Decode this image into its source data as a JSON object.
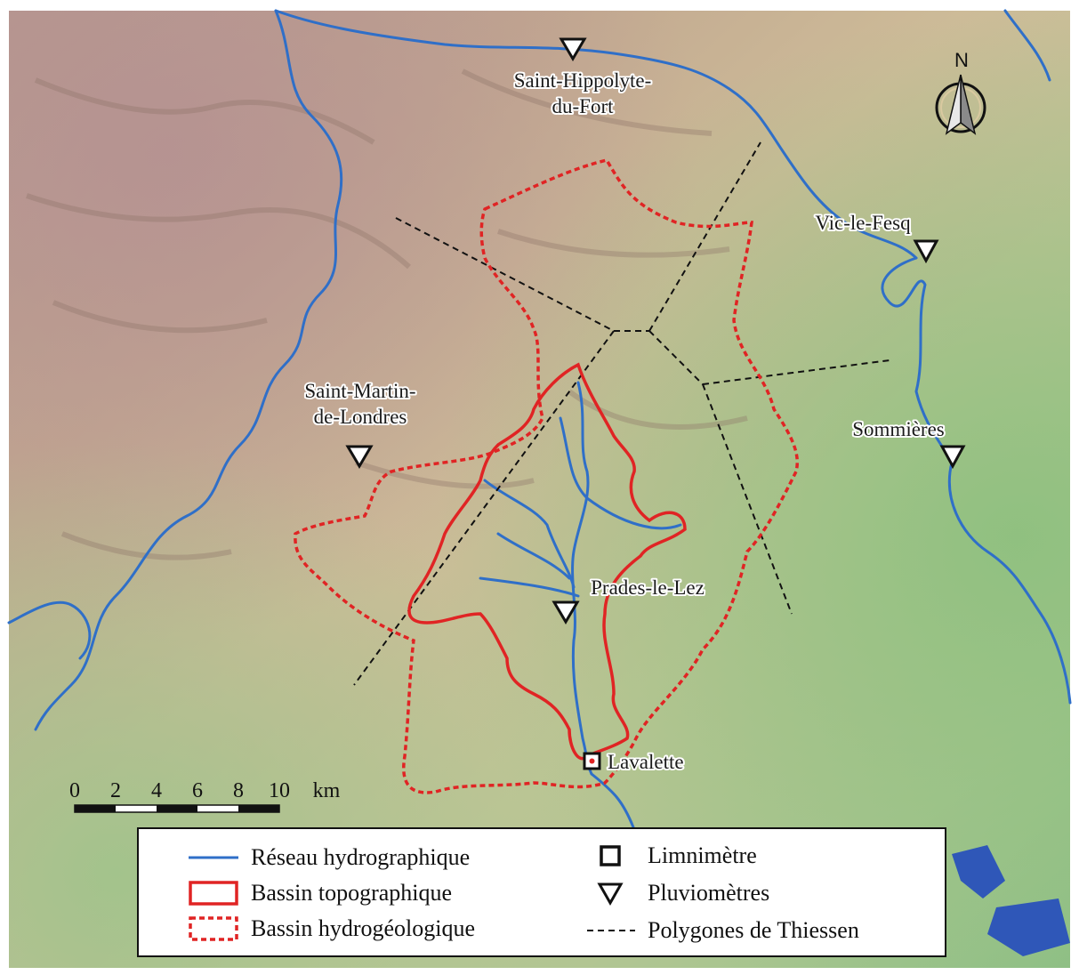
{
  "map": {
    "north_label": "N",
    "stations": {
      "hippolyte_l1": "Saint-Hippolyte-",
      "hippolyte_l2": "du-Fort",
      "vic": "Vic-le-Fesq",
      "martin_l1": "Saint-Martin-",
      "martin_l2": "de-Londres",
      "sommieres": "Sommières",
      "prades": "Prades-le-Lez",
      "lavalette": "Lavalette"
    },
    "scale": {
      "ticks": [
        "0",
        "2",
        "4",
        "6",
        "8",
        "10"
      ],
      "unit": "km"
    }
  },
  "legend": {
    "reseau": "Réseau hydrographique",
    "topo": "Bassin topographique",
    "hydrogeo": "Bassin hydrogéologique",
    "limni": "Limnimètre",
    "pluvio": "Pluviomètres",
    "thiessen": "Polygones de Thiessen"
  },
  "colors": {
    "river": "#2f6fc8",
    "topo_basin": "#e02424",
    "hydrogeo_basin": "#e02424",
    "thiessen": "#111111"
  }
}
